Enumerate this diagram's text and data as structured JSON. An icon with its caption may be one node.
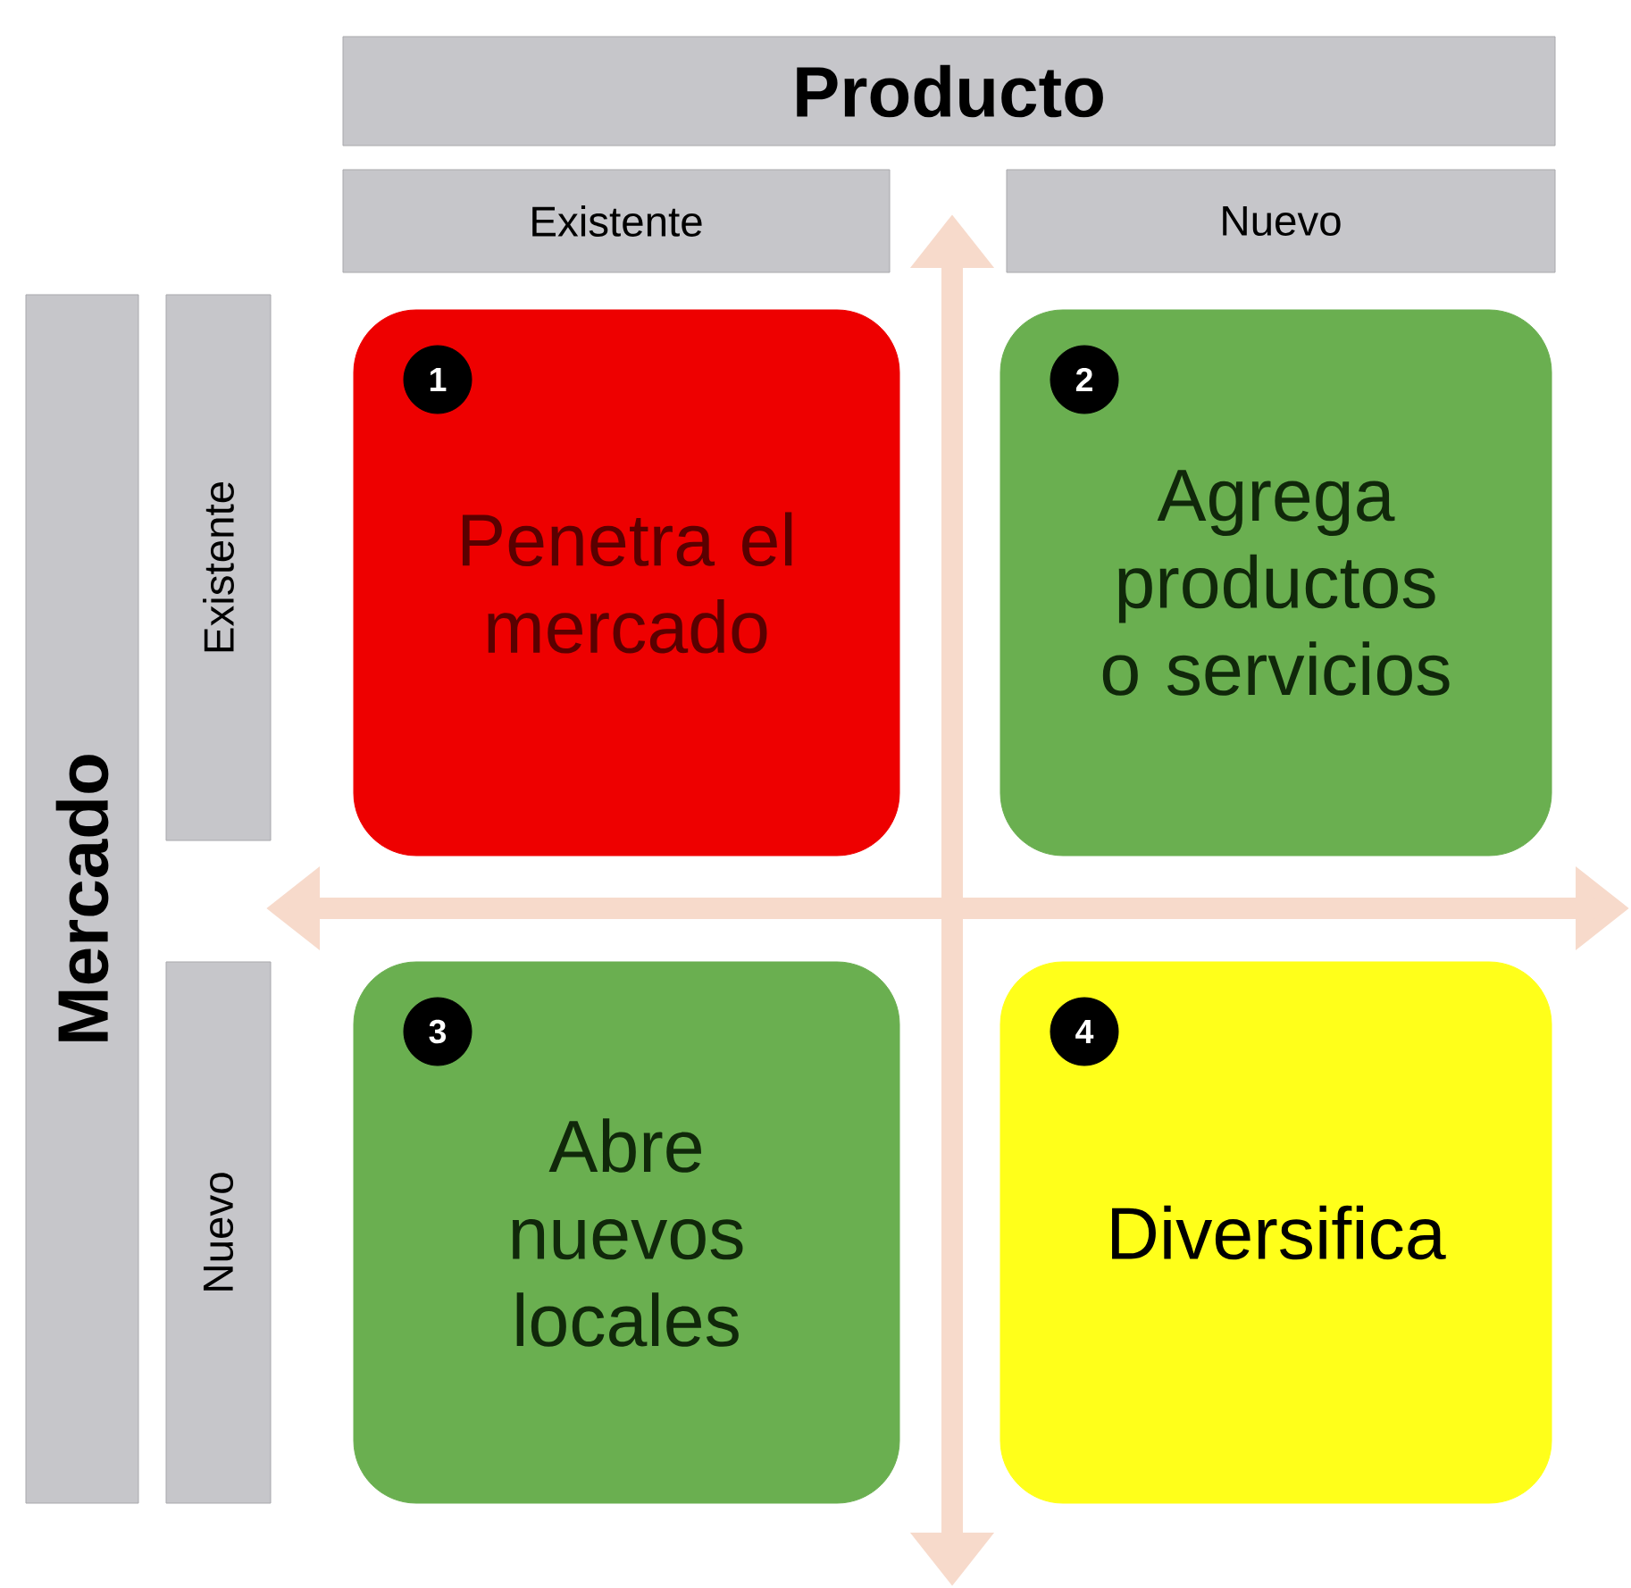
{
  "diagram": {
    "nodes": [
      {
        "text": [
          "Producto"
        ]
      },
      {
        "text": [
          "Existente"
        ]
      },
      {
        "text": [
          "Nuevo"
        ]
      },
      {
        "text": [
          "Mercado"
        ]
      },
      {
        "text": [
          "Existente"
        ]
      },
      {
        "text": [
          "Nuevo"
        ]
      },
      {
        "text": [
          "Penetra el mercado"
        ]
      },
      {
        "text": [
          "1"
        ],
        "in": 6
      },
      {
        "text": [
          "Agrega productos o servicios"
        ]
      },
      {
        "text": [
          "2"
        ],
        "in": 8
      },
      {
        "text": [
          "Abre nuevos locales"
        ]
      },
      {
        "text": [
          "3"
        ],
        "in": 10
      },
      {
        "text": [
          "Diversifica"
        ]
      },
      {
        "text": [
          "4"
        ],
        "in": 12
      }
    ]
  }
}
